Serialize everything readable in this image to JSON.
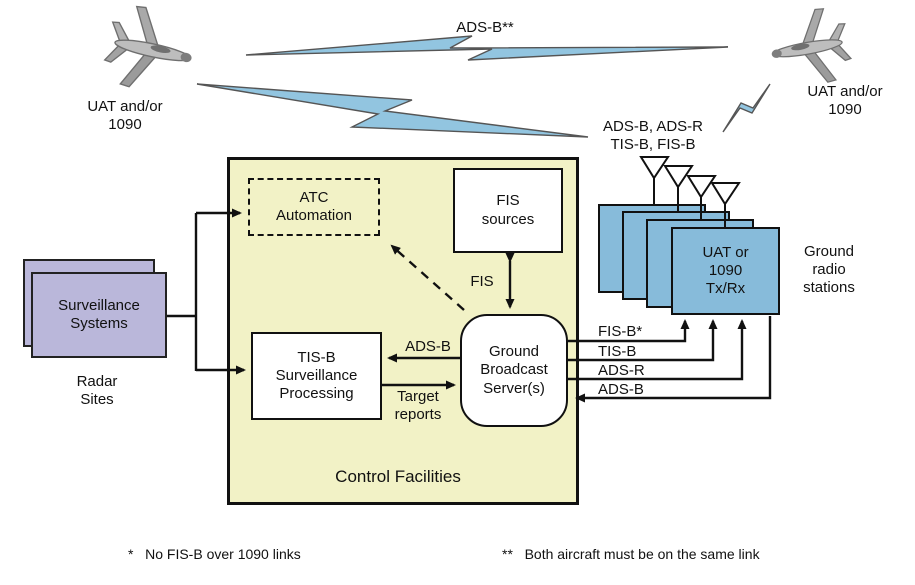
{
  "diagram": {
    "aircraft_left": {
      "label": "UAT and/or\n1090"
    },
    "aircraft_right": {
      "label": "UAT and/or\n1090"
    },
    "air_links": {
      "ads_b_air_to_air": "ADS-B**",
      "ground_to_air": "ADS-B, ADS-R\nTIS-B, FIS-B"
    },
    "control_facilities": {
      "title": "Control Facilities",
      "atc_automation": "ATC\nAutomation",
      "fis_sources": "FIS\nsources",
      "tis_b_processing": "TIS-B\nSurveillance\nProcessing",
      "ground_broadcast_server": "Ground\nBroadcast\nServer(s)"
    },
    "surveillance": {
      "label": "Surveillance\nSystems",
      "caption": "Radar\nSites"
    },
    "ground_radio": {
      "label": "UAT or\n1090\nTx/Rx",
      "caption": "Ground\nradio\nstations"
    },
    "flow_labels": {
      "fis": "FIS",
      "ads_b_internal": "ADS-B",
      "target_reports": "Target\nreports",
      "fis_b": "FIS-B*",
      "tis_b": "TIS-B",
      "ads_r": "ADS-R",
      "ads_b_uplink": "ADS-B"
    },
    "footnotes": {
      "first": "*   No FIS-B over 1090 links",
      "second": "**   Both aircraft must be on the same link"
    },
    "colors": {
      "facility_fill": "#F2F2C6",
      "radio_fill": "#87BBDA",
      "surveillance_fill": "#BAB7DA",
      "lightning_fill": "#92C5E0",
      "line": "#111111"
    }
  }
}
